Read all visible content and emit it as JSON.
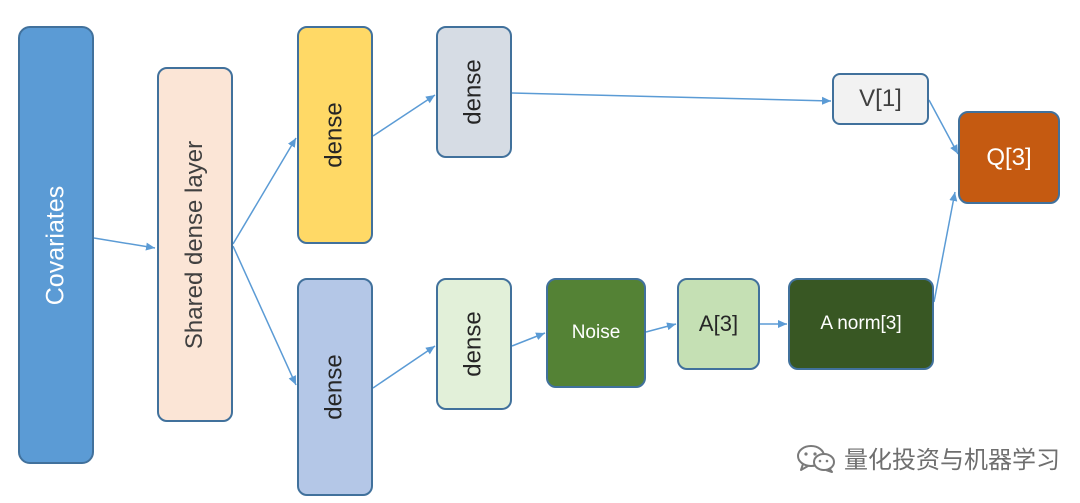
{
  "colors": {
    "arrow": "#5b9bd5",
    "covariates": "#5b9bd5",
    "shared": "#fbe5d6",
    "dense_orange": "#ffd966",
    "dense_gray": "#d6dce4",
    "dense_blue": "#b4c7e7",
    "dense_green_light": "#e2f0d9",
    "noise": "#548235",
    "a": "#c5e0b4",
    "a_norm": "#385723",
    "v": "#f2f2f2",
    "q": "#c55a11"
  },
  "nodes": {
    "covariates": "Covariates",
    "shared": "Shared dense layer",
    "dense_top_1": "dense",
    "dense_top_2": "dense",
    "dense_bottom_1": "dense",
    "dense_bottom_2": "dense",
    "noise": "Noise",
    "a": "A[3]",
    "a_norm": "A norm[3]",
    "v": "V[1]",
    "q": "Q[3]"
  },
  "edges": [
    [
      "covariates",
      "shared"
    ],
    [
      "shared",
      "dense_top_1"
    ],
    [
      "shared",
      "dense_bottom_1"
    ],
    [
      "dense_top_1",
      "dense_top_2"
    ],
    [
      "dense_top_2",
      "v"
    ],
    [
      "dense_bottom_1",
      "dense_bottom_2"
    ],
    [
      "dense_bottom_2",
      "noise"
    ],
    [
      "noise",
      "a"
    ],
    [
      "a",
      "a_norm"
    ],
    [
      "v",
      "q"
    ],
    [
      "a_norm",
      "q"
    ]
  ],
  "watermark": {
    "icon": "wechat-icon",
    "text": "量化投资与机器学习"
  }
}
